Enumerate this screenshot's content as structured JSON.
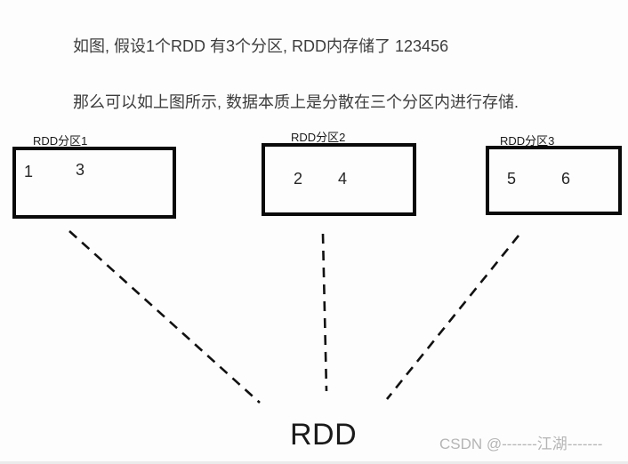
{
  "texts": {
    "line1": "如图, 假设1个RDD 有3个分区, RDD内存储了 123456",
    "line2": "那么可以如上图所示, 数据本质上是分散在三个分区内进行存储."
  },
  "partitions": [
    {
      "label": "RDD分区1",
      "values": [
        "1",
        "3"
      ]
    },
    {
      "label": "RDD分区2",
      "values": [
        "2",
        "4"
      ]
    },
    {
      "label": "RDD分区3",
      "values": [
        "5",
        "6"
      ]
    }
  ],
  "diagram": {
    "rdd_label": "RDD",
    "connector_style": "dashed",
    "connector_count": 3
  },
  "watermark": {
    "text": "CSDN @-------江湖-------"
  },
  "colors": {
    "background": "#fdfdfd",
    "body_text": "#3d3d3d",
    "box_border": "#0a0a0a",
    "connector_line": "#111111",
    "watermark_text": "#b5b5b5"
  }
}
